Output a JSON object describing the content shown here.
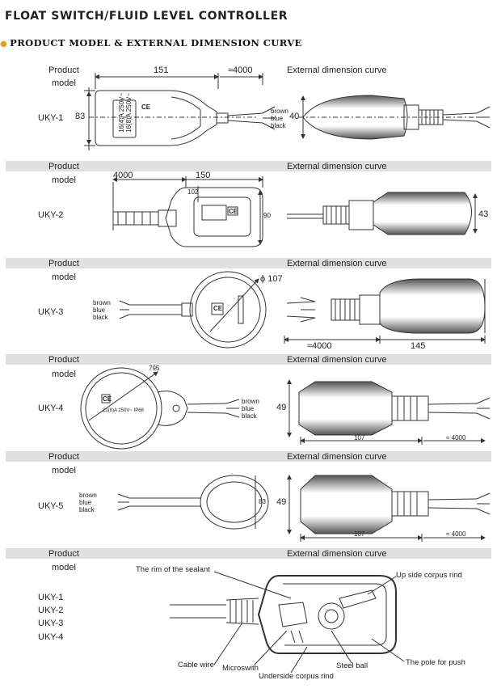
{
  "title": "FLOAT SWITCH/FLUID LEVEL CONTROLLER",
  "subtitle": "PRODUCT MODEL & EXTERNAL DIMENSION CURVE",
  "header": {
    "product": "Product",
    "model": "model",
    "curve": "External dimension curve"
  },
  "models": [
    "UKY-1",
    "UKY-2",
    "UKY-3",
    "UKY-4",
    "UKY-5"
  ],
  "wires": {
    "brown": "brown",
    "blue": "blue",
    "black": "black"
  },
  "dims": {
    "r1_151": "151",
    "r1_4000": "≈4000",
    "r1_83": "83",
    "r1_40": "40",
    "r1_label1": "16(4)A 250V~",
    "r1_label2": "16(8)A 250V~",
    "r2_4000": "4000",
    "r2_150": "150",
    "r2_43": "43",
    "r2_90": "90",
    "r2_102": "102",
    "r3_107": "ϕ 107",
    "r3_4000": "≈4000",
    "r3_145": "145",
    "r4_795": "795",
    "r4_49": "49",
    "r4_107": "107",
    "r4_4000": "≈ 4000",
    "r4_rating": "21(8)A 250V~ IP68",
    "r5_83": "83",
    "r5_49": "49",
    "r5_107": "107",
    "r5_4000": "≈ 4000"
  },
  "ce": "CE",
  "last": {
    "models": [
      "UKY-1",
      "UKY-2",
      "UKY-3",
      "UKY-4"
    ],
    "rim": "The rim of the sealant",
    "up_side": "Up side corpus rind",
    "cable": "Cable wire",
    "microswith": "Microswith",
    "underside": "Underside corpus rind",
    "steel": "Steel  ball",
    "pole": "The pole for push"
  }
}
